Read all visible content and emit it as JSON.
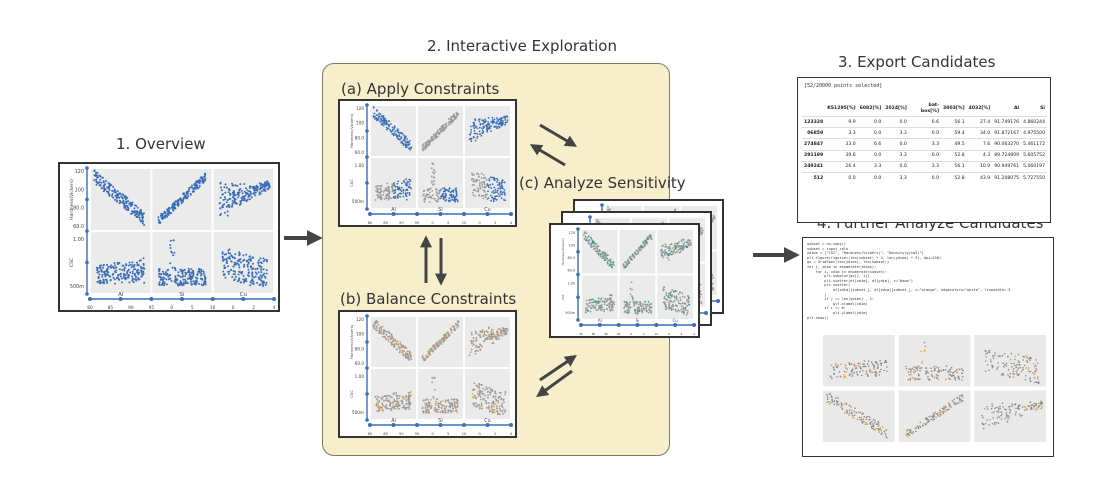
{
  "steps": {
    "overview": "1. Overview",
    "interactive": "2. Interactive Exploration",
    "apply": "(a) Apply Constraints",
    "balance": "(b) Balance Constraints",
    "sensitivity": "(c) Analyze Sensitivity",
    "export": "3. Export Candidates",
    "further": "4. Further Analyze Candidates"
  },
  "plot": {
    "ylabels": [
      "Hardness(Vickers)",
      "CSC"
    ],
    "xlabels": [
      "Al",
      "Si",
      "Cu"
    ],
    "yticks_top": [
      "120",
      "100",
      "80.0",
      "60.0"
    ],
    "yticks_bottom": [
      "1.00",
      "500m"
    ],
    "xticks": [
      "80",
      "85",
      "90",
      "95",
      "0",
      "5",
      "10",
      "0",
      "2",
      "4"
    ]
  },
  "export_table": {
    "selection": "[52/20000 points selected]",
    "columns": [
      "",
      "KS1295[%]",
      "6082[%]",
      "2024[%]",
      "bat-box[%]",
      "3003[%]",
      "4032[%]",
      "Al",
      "Si"
    ],
    "rows": [
      [
        "123328",
        "9.9",
        "0.0",
        "0.0",
        "6.6",
        "56.1",
        "27.4",
        "91.749176",
        "4.860244"
      ],
      [
        "06859",
        "3.3",
        "0.0",
        "3.3",
        "0.0",
        "59.4",
        "34.0",
        "91.872167",
        "4.975500"
      ],
      [
        "274847",
        "33.0",
        "6.6",
        "0.0",
        "3.3",
        "49.5",
        "7.6",
        "90.063270",
        "5.461172"
      ],
      [
        "291189",
        "39.6",
        "0.0",
        "3.3",
        "0.0",
        "52.8",
        "4.3",
        "89.724809",
        "5.605752"
      ],
      [
        "249241",
        "26.4",
        "3.3",
        "0.0",
        "3.3",
        "56.1",
        "10.9",
        "90.949761",
        "5.060197"
      ],
      [
        "512",
        "0.0",
        "0.0",
        "3.3",
        "0.0",
        "52.8",
        "43.9",
        "91.208075",
        "5.727550"
      ]
    ]
  },
  "code_lines": [
    "subset = ns.copy()",
    "subset = input_cols",
    "ydims = [\"CSC\", \"Hardness(Vickers)\", \"Density(g/cm3)\"]",
    "plt.figure(figsize=(len(subset) * 4, len(ydims) * 3), dpi=150)",
    "gs = GridSpec(len(ydims), len(subset))",
    "for j, ydim in enumerate(ydims):",
    "    for i, xdim in enumerate(subset):",
    "        plt.subplot(gs[j, i])",
    "        plt.scatter(df[xdim], df[ydim], c=\"#aaa\")",
    "        plt.scatter(",
    "            df[xdim][subset_], df[ydim][subset_], c=\"orange\", edgecolors=\"white\", linewidth=.5",
    "        )",
    "        if j == len(ydims) - 1:",
    "            plt.xlabel(xdim)",
    "        if i == 0:",
    "            plt.ylabel(ydim)",
    "plt.show()"
  ],
  "colors": {
    "blue": "#3a6fb8",
    "gray": "#9a9a9a",
    "orange": "#e8a048",
    "green": "#3a9a5a",
    "cyan": "#2aa0b0",
    "panel": "#f7efcc"
  }
}
